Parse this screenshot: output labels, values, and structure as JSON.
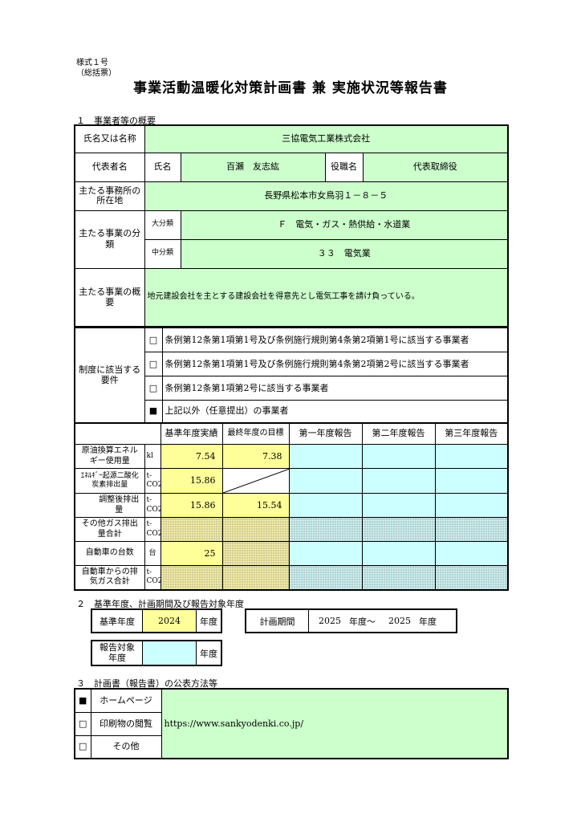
{
  "form_no": "様式１号",
  "form_type": "（総括票）",
  "title": "事業活動温暖化対策計画書 兼 実施状況等報告書",
  "section1": {
    "heading": "１　事業者等の概要",
    "company_label": "氏名又は名称",
    "company_value": "三協電気工業株式会社",
    "rep_label": "代表者名",
    "rep_name_label": "氏名",
    "rep_name_value": "百瀬　友志紘",
    "rep_title_label": "役職名",
    "rep_title_value": "代表取締役",
    "office_label": "主たる事務所の所在地",
    "office_value": "長野県松本市女鳥羽１－８－５",
    "category_label": "主たる事業の分類",
    "major_label": "大分類",
    "major_value": "Ｆ　電気・ガス・熱供給・水道業",
    "middle_label": "中分類",
    "middle_value": "３３　電気業",
    "summary_label": "主たる事業の概要",
    "summary_value": "地元建設会社を主とする建設会社を得意先とし電気工事を請け負っている。",
    "system_label": "制度に該当する要件",
    "requirements": [
      {
        "mark": "□",
        "text": "条例第12条第1項第1号及び条例施行規則第4条第2項第1号に該当する事業者"
      },
      {
        "mark": "□",
        "text": "条例第12条第1項第1号及び条例施行規則第4条第2項第2号に該当する事業者"
      },
      {
        "mark": "□",
        "text": "条例第12条第1項第2号に該当する事業者"
      },
      {
        "mark": "■",
        "text": "上記以外（任意提出）の事業者"
      }
    ]
  },
  "data_table": {
    "headers": [
      "基準年度実績",
      "最終年度の目標",
      "第一年度報告",
      "第二年度報告",
      "第三年度報告"
    ],
    "rows": [
      {
        "label": "原油換算エネルギー使用量",
        "unit": "kl",
        "base": "7.54",
        "target": "7.38"
      },
      {
        "label": "ｴﾈﾙｷﾞｰ起源二酸化炭素排出量",
        "unit": "t-CO2",
        "base": "15.86",
        "target": ""
      },
      {
        "label": "調整後排出量",
        "unit": "t-CO2",
        "base": "15.86",
        "target": "15.54"
      },
      {
        "label": "その他ガス排出量合計",
        "unit": "t-CO2",
        "base": "",
        "target": ""
      },
      {
        "label": "自動車の台数",
        "unit": "台",
        "base": "25",
        "target": ""
      },
      {
        "label": "自動車からの排気ガス合計",
        "unit": "t-CO2",
        "base": "",
        "target": ""
      }
    ]
  },
  "section2": {
    "heading": "２　基準年度、計画期間及び報告対象年度",
    "base_year_label": "基準年度",
    "base_year_value": "2024",
    "year_suffix": "年度",
    "plan_label": "計画期間",
    "plan_start": "2025",
    "plan_mid": "年度～",
    "plan_end": "2025",
    "plan_suffix": "年度",
    "report_label": "報告対象年度",
    "report_value": "",
    "report_suffix": "年度"
  },
  "section3": {
    "heading": "３　計画書（報告書）の公表方法等",
    "methods": [
      {
        "mark": "■",
        "label": "ホームページ"
      },
      {
        "mark": "□",
        "label": "印刷物の閲覧"
      },
      {
        "mark": "□",
        "label": "その他"
      }
    ],
    "url": "https://www.sankyodenki.co.jp/"
  }
}
